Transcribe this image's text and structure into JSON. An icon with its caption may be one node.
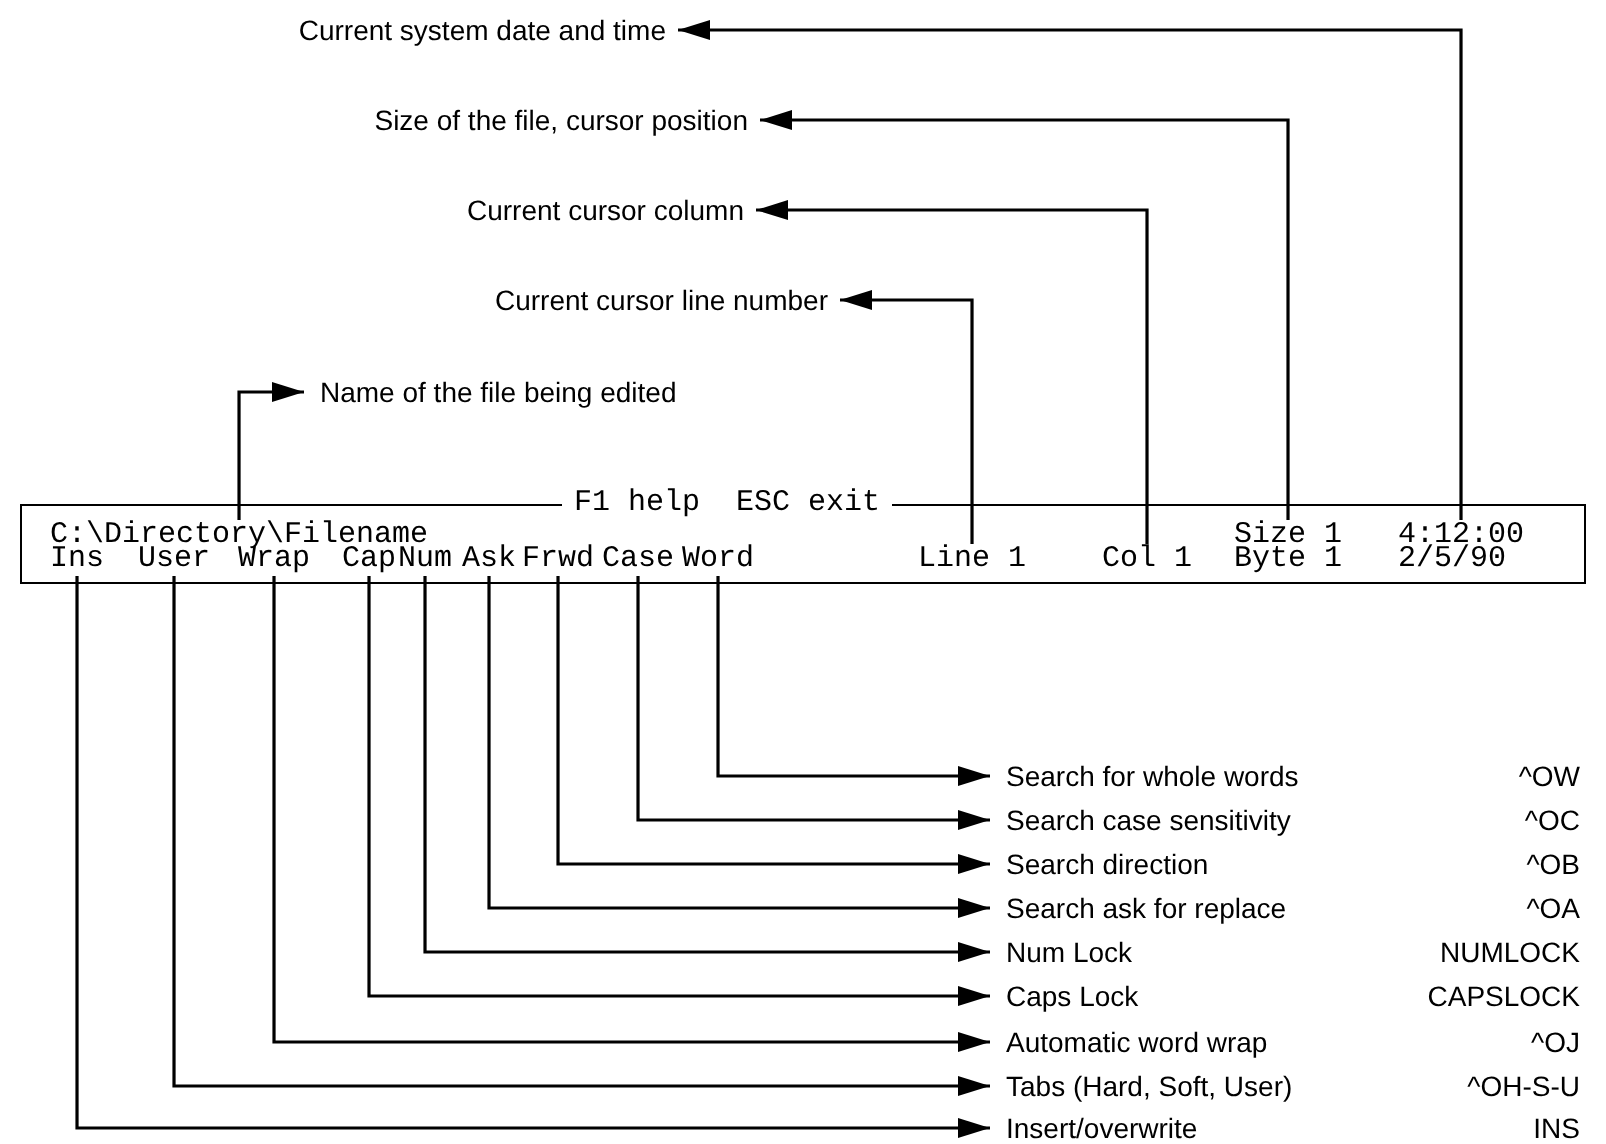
{
  "diagram": {
    "nodes": [
      {
        "text": [
          "F1 help  ESC exit"
        ]
      },
      {
        "text": [
          "C:\\Directory\\Filename"
        ],
        "in": 0
      },
      {
        "text": [
          "Size 1"
        ],
        "in": 0
      },
      {
        "text": [
          "4:12:00"
        ],
        "in": 0
      },
      {
        "text": [
          "Ins"
        ],
        "in": 0
      },
      {
        "text": [
          "User"
        ],
        "in": 0
      },
      {
        "text": [
          "Wrap"
        ],
        "in": 0
      },
      {
        "text": [
          "Cap"
        ],
        "in": 0
      },
      {
        "text": [
          "Num"
        ],
        "in": 0
      },
      {
        "text": [
          "Ask"
        ],
        "in": 0
      },
      {
        "text": [
          "Frwd"
        ],
        "in": 0
      },
      {
        "text": [
          "Case"
        ],
        "in": 0
      },
      {
        "text": [
          "Word"
        ],
        "in": 0
      },
      {
        "text": [
          "Line 1"
        ],
        "in": 0
      },
      {
        "text": [
          "Col 1"
        ],
        "in": 0
      },
      {
        "text": [
          "Byte 1"
        ],
        "in": 0
      },
      {
        "text": [
          "2/5/90"
        ],
        "in": 0
      },
      {
        "text": [
          "Current system date and time"
        ]
      },
      {
        "text": [
          "Size of the file, cursor position"
        ]
      },
      {
        "text": [
          "Current cursor column"
        ]
      },
      {
        "text": [
          "Current cursor line number"
        ]
      },
      {
        "text": [
          "Name of the file being edited"
        ]
      },
      {
        "text": [
          "Search for whole words",
          "^OW"
        ]
      },
      {
        "text": [
          "Search case sensitivity",
          "^OC"
        ]
      },
      {
        "text": [
          "Search direction",
          "^OB"
        ]
      },
      {
        "text": [
          "Search ask for replace",
          "^OA"
        ]
      },
      {
        "text": [
          "Num Lock",
          "NUMLOCK"
        ]
      },
      {
        "text": [
          "Caps Lock",
          "CAPSLOCK"
        ]
      },
      {
        "text": [
          "Automatic word wrap",
          "^OJ"
        ]
      },
      {
        "text": [
          "Tabs (Hard, Soft, User)",
          "^OH-S-U"
        ]
      },
      {
        "text": [
          "Insert/overwrite",
          "INS"
        ]
      }
    ],
    "edges": [
      {
        "from": 3,
        "to": 17,
        "arrow": "to"
      },
      {
        "from": 16,
        "to": 17,
        "arrow": "to"
      },
      {
        "from": 2,
        "to": 18,
        "arrow": "to"
      },
      {
        "from": 15,
        "to": 18,
        "arrow": "to"
      },
      {
        "from": 14,
        "to": 19,
        "arrow": "to"
      },
      {
        "from": 13,
        "to": 20,
        "arrow": "to"
      },
      {
        "from": 1,
        "to": 21,
        "arrow": "to"
      },
      {
        "from": 12,
        "to": 22,
        "arrow": "to"
      },
      {
        "from": 11,
        "to": 23,
        "arrow": "to"
      },
      {
        "from": 10,
        "to": 24,
        "arrow": "to"
      },
      {
        "from": 9,
        "to": 25,
        "arrow": "to"
      },
      {
        "from": 8,
        "to": 26,
        "arrow": "to"
      },
      {
        "from": 7,
        "to": 27,
        "arrow": "to"
      },
      {
        "from": 6,
        "to": 28,
        "arrow": "to"
      },
      {
        "from": 5,
        "to": 29,
        "arrow": "to"
      },
      {
        "from": 4,
        "to": 30,
        "arrow": "to"
      }
    ]
  }
}
